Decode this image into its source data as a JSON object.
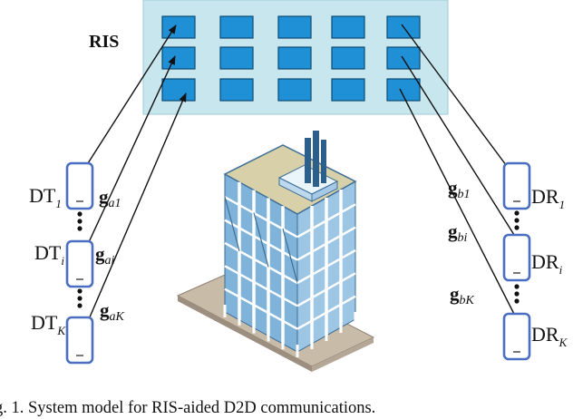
{
  "ris": {
    "label": "RIS",
    "rows": 3,
    "cols": 5
  },
  "transmitters": [
    {
      "base": "DT",
      "sub": "1"
    },
    {
      "base": "DT",
      "sub": "i"
    },
    {
      "base": "DT",
      "sub": "K"
    }
  ],
  "receivers": [
    {
      "base": "DR",
      "sub": "1"
    },
    {
      "base": "DR",
      "sub": "i"
    },
    {
      "base": "DR",
      "sub": "K"
    }
  ],
  "channels_tx": [
    {
      "base": "g",
      "sub": "a1"
    },
    {
      "base": "g",
      "sub": "ai"
    },
    {
      "base": "g",
      "sub": "aK"
    }
  ],
  "channels_rx": [
    {
      "base": "g",
      "sub": "b1"
    },
    {
      "base": "g",
      "sub": "bi"
    },
    {
      "base": "g",
      "sub": "bK"
    }
  ],
  "caption": "g. 1.  System model for RIS-aided D2D communications.",
  "colors": {
    "ris_panel": "#c8e6ee",
    "ris_element": "#1f8fd6",
    "phone_border": "#4a6fc0",
    "building_glass": "#7fb3d9",
    "building_frame": "#ffffff",
    "arrow": "#111111"
  }
}
